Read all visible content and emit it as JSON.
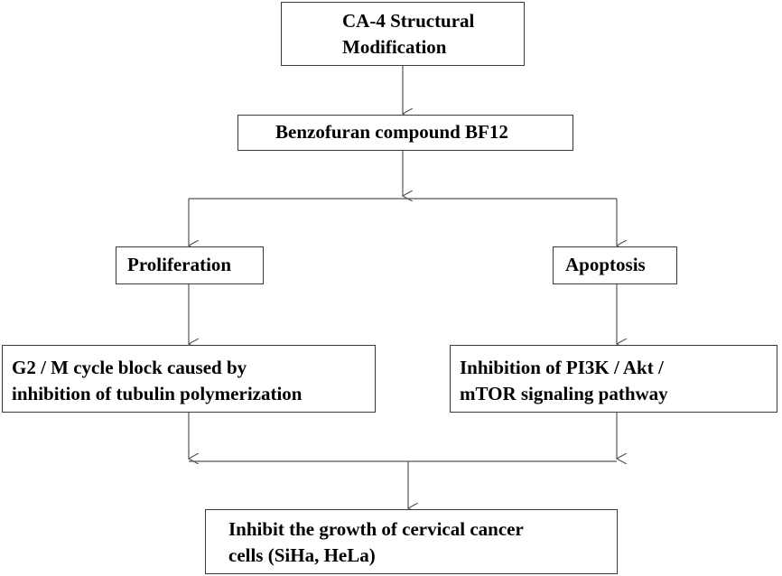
{
  "diagram": {
    "nodes": {
      "ca4": {
        "lines": [
          "CA-4 Structural",
          "Modification"
        ]
      },
      "bf12": {
        "lines": [
          "Benzofuran compound BF12"
        ]
      },
      "proliferation": {
        "lines": [
          "Proliferation"
        ]
      },
      "apoptosis": {
        "lines": [
          "Apoptosis"
        ]
      },
      "g2m": {
        "lines": [
          "G2 / M cycle block caused by",
          "inhibition of tubulin polymerization"
        ]
      },
      "pi3k": {
        "lines": [
          "Inhibition of PI3K / Akt /",
          "mTOR signaling pathway"
        ]
      },
      "outcome": {
        "lines": [
          "Inhibit the growth of cervical cancer",
          "cells (SiHa, HeLa)"
        ]
      }
    },
    "edges": [
      {
        "from": "ca4",
        "to": "bf12"
      },
      {
        "from": "bf12",
        "to": "proliferation"
      },
      {
        "from": "bf12",
        "to": "apoptosis"
      },
      {
        "from": "proliferation",
        "to": "g2m"
      },
      {
        "from": "apoptosis",
        "to": "pi3k"
      },
      {
        "from": "g2m",
        "to": "outcome"
      },
      {
        "from": "pi3k",
        "to": "outcome"
      }
    ],
    "colors": {
      "border": "#3a3a3a",
      "arrow": "#555555",
      "text": "#000000"
    }
  }
}
